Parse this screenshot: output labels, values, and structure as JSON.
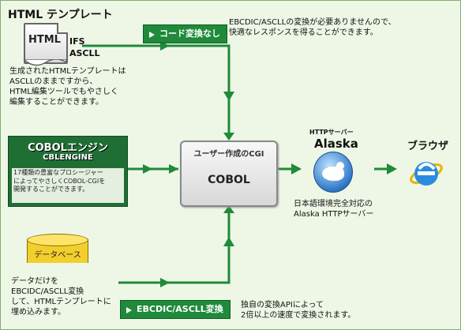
{
  "html_template": {
    "title": "HTML テンプレート",
    "doc_icon_label": "HTML",
    "ifs_line1": "IFS",
    "ifs_line2": "ASCLL",
    "desc_lines": [
      "生成されたHTMLテンプレートは",
      "ASCLLのままですから、",
      "HTML編集ツールでもやさしく",
      "編集することができます。"
    ]
  },
  "top_path": {
    "tag": "コード変換なし",
    "note_lines": [
      "EBCDIC/ASCLLの変換が必要ありませんので、",
      "快適なレスポンスを得ることができます。"
    ]
  },
  "engine": {
    "title": "COBOLエンジン",
    "subtitle": "CBLENGINE",
    "desc_lines": [
      "17種類の豊富なプロシージャー",
      "によってやさしくCOBOL-CGIを",
      "開発することができます。"
    ]
  },
  "database": {
    "label": "データベース",
    "desc_lines": [
      "データだけを",
      "EBCIDC/ASCLL変換",
      "して、HTMLテンプレートに",
      "埋め込みます。"
    ]
  },
  "bottom_path": {
    "tag": "EBCDIC/ASCLL変換",
    "note_lines": [
      "独自の変換APIによって",
      "2倍以上の速度で変換されます。"
    ]
  },
  "cgi": {
    "title": "ユーザー作成のCGI",
    "name": "COBOL"
  },
  "alaska": {
    "small": "HTTPサーバー",
    "name": "Alaska",
    "desc_lines": [
      "日本語環境完全対応の",
      "Alaska HTTPサーバー"
    ]
  },
  "browser": {
    "label": "ブラウザ"
  },
  "colors": {
    "line": "#1e8a3a",
    "tag_bg": "#1e8a3a",
    "engine_bg": "#1f6f35",
    "db_fill": "#f2cf2c",
    "background": "#eef7e6"
  }
}
